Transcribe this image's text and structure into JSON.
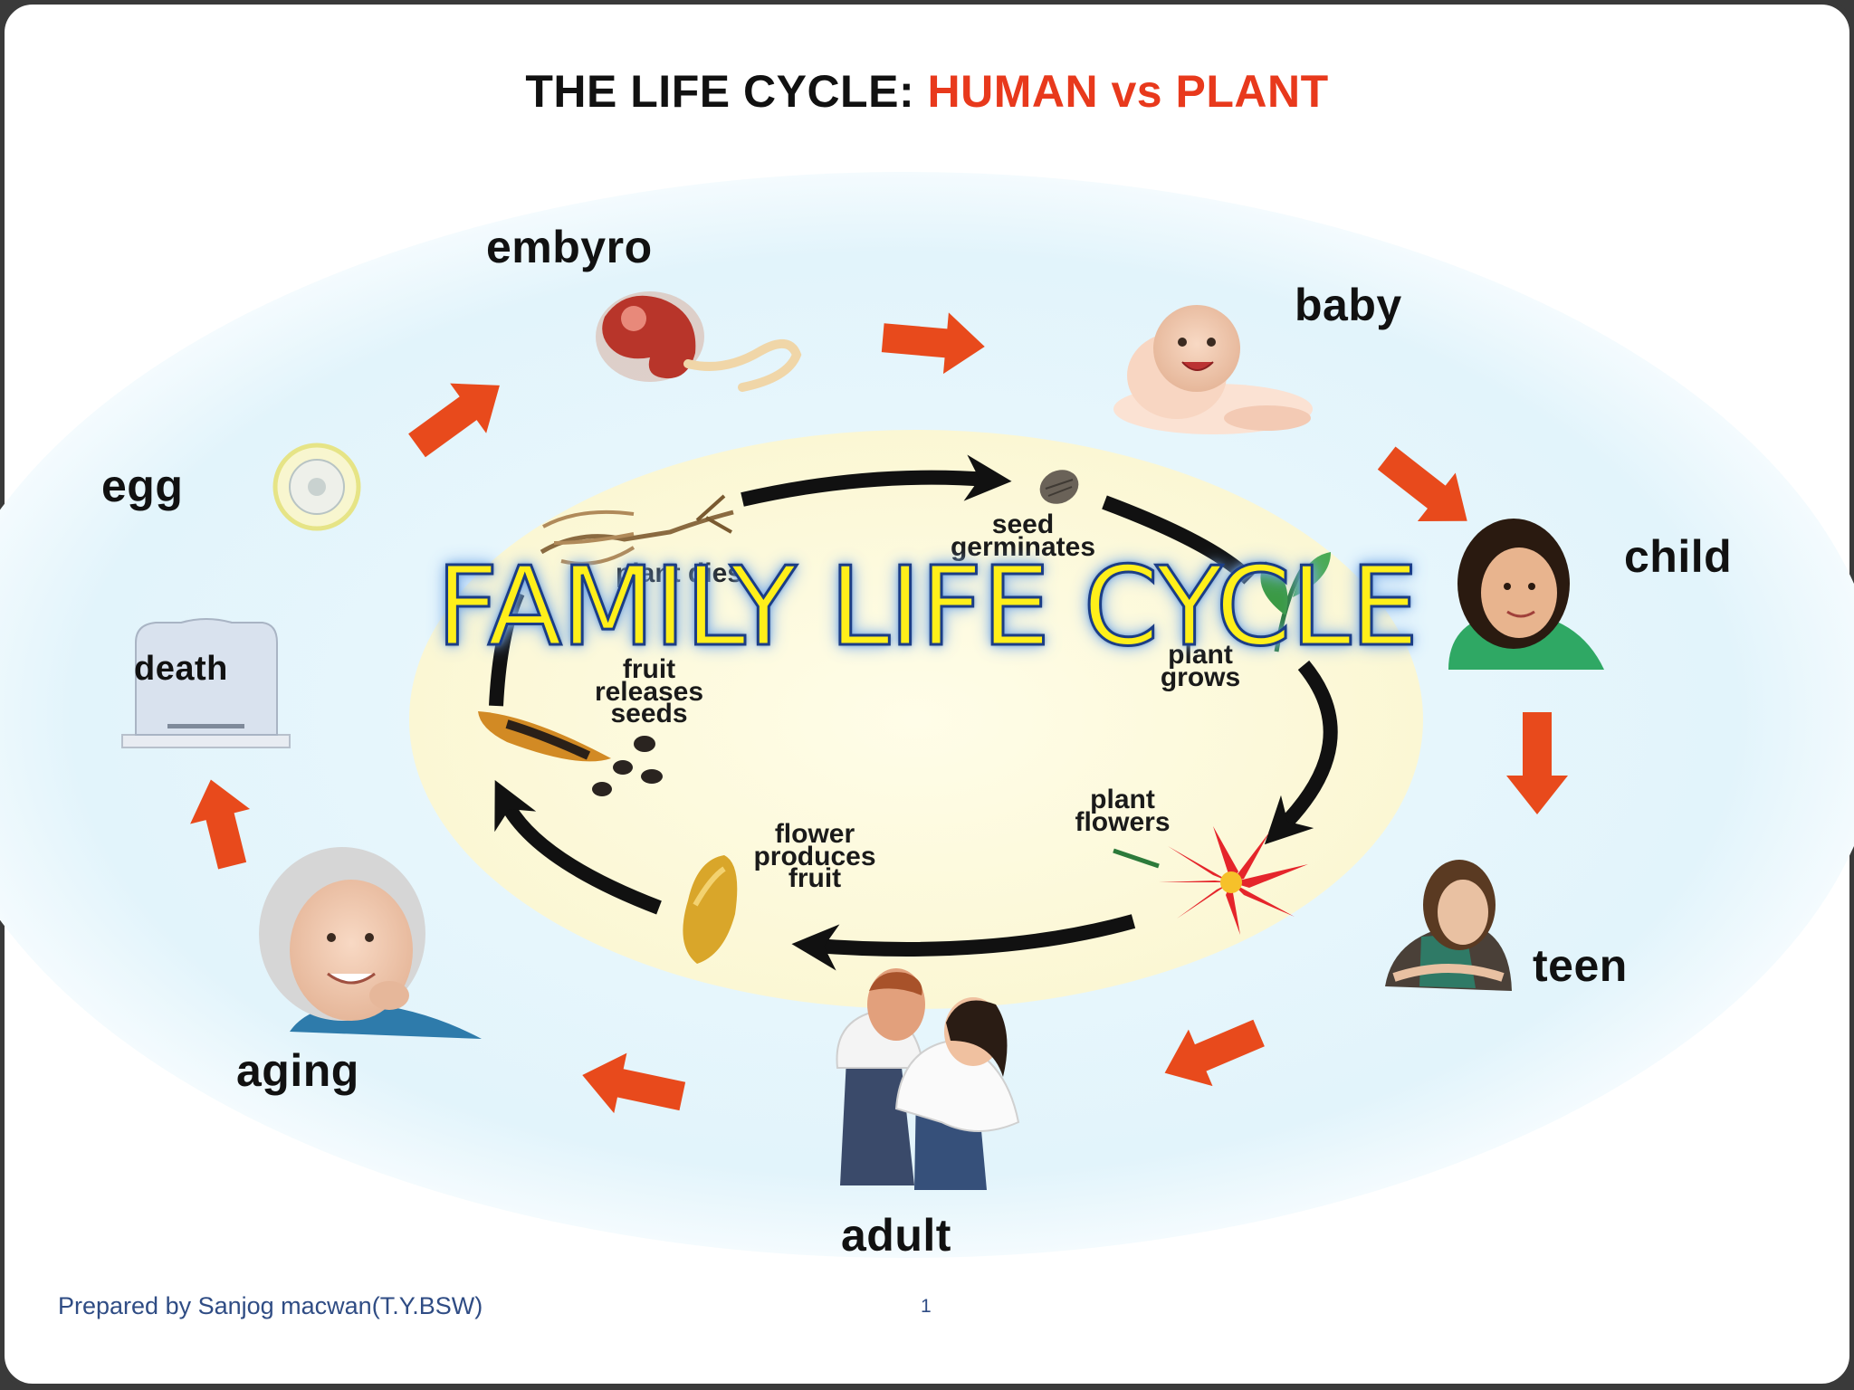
{
  "header": {
    "title_part1": "THE LIFE CYCLE: ",
    "title_part2": "HUMAN vs PLANT",
    "title_part2_color": "#e8391c"
  },
  "overlay_title": "FAMILY LIFE CYCLE",
  "human_stages": [
    "embyro",
    "baby",
    "child",
    "teen",
    "adult",
    "aging",
    "death",
    "egg"
  ],
  "plant_stages": [
    "seed\ngerminates",
    "plant\ngrows",
    "plant\nflowers",
    "flower\nproduces\nfruit",
    "fruit\nreleases\nseeds",
    "plant dies"
  ],
  "footer": {
    "author": "Prepared by Sanjog macwan(T.Y.BSW)",
    "page": "1"
  },
  "colors": {
    "arrow": "#e84a1c",
    "outer_field": "#e6f6fc",
    "inner_field": "#fdfbe2"
  },
  "icons": [
    "embryo-icon",
    "baby-icon",
    "child-icon",
    "teen-icon",
    "adult-couple-icon",
    "aging-icon",
    "gravestone-icon",
    "egg-icon",
    "seed-icon",
    "sprout-icon",
    "flower-icon",
    "fruit-icon",
    "seed-pod-icon",
    "dead-plant-icon"
  ]
}
